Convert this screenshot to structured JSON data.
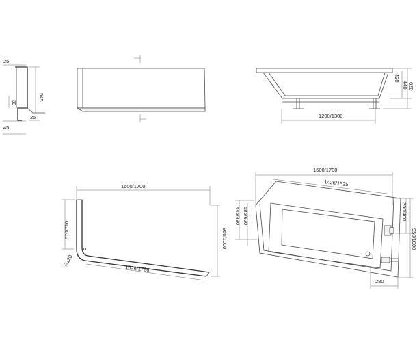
{
  "colors": {
    "line": "#4a4a4a",
    "text": "#222222",
    "background": "#ffffff"
  },
  "profile": {
    "top": "25",
    "height": "545",
    "mid": "30",
    "bottom_right": "25",
    "bottom_left": "45"
  },
  "side_view": {
    "h1": "430",
    "h2": "440",
    "h3": "620",
    "width": "1200/1300"
  },
  "panel_plan": {
    "length": "1600/1700",
    "depth": "670/710",
    "radius": "R120",
    "diagonal": "1626/1726",
    "height": "950/1000"
  },
  "tub_plan": {
    "length": "1600/1700",
    "inner_length": "1426/1525",
    "width_a": "445/480",
    "width_b": "585/620",
    "drain_width": "350/400",
    "height": "950/1000",
    "drain_offset": "280"
  }
}
